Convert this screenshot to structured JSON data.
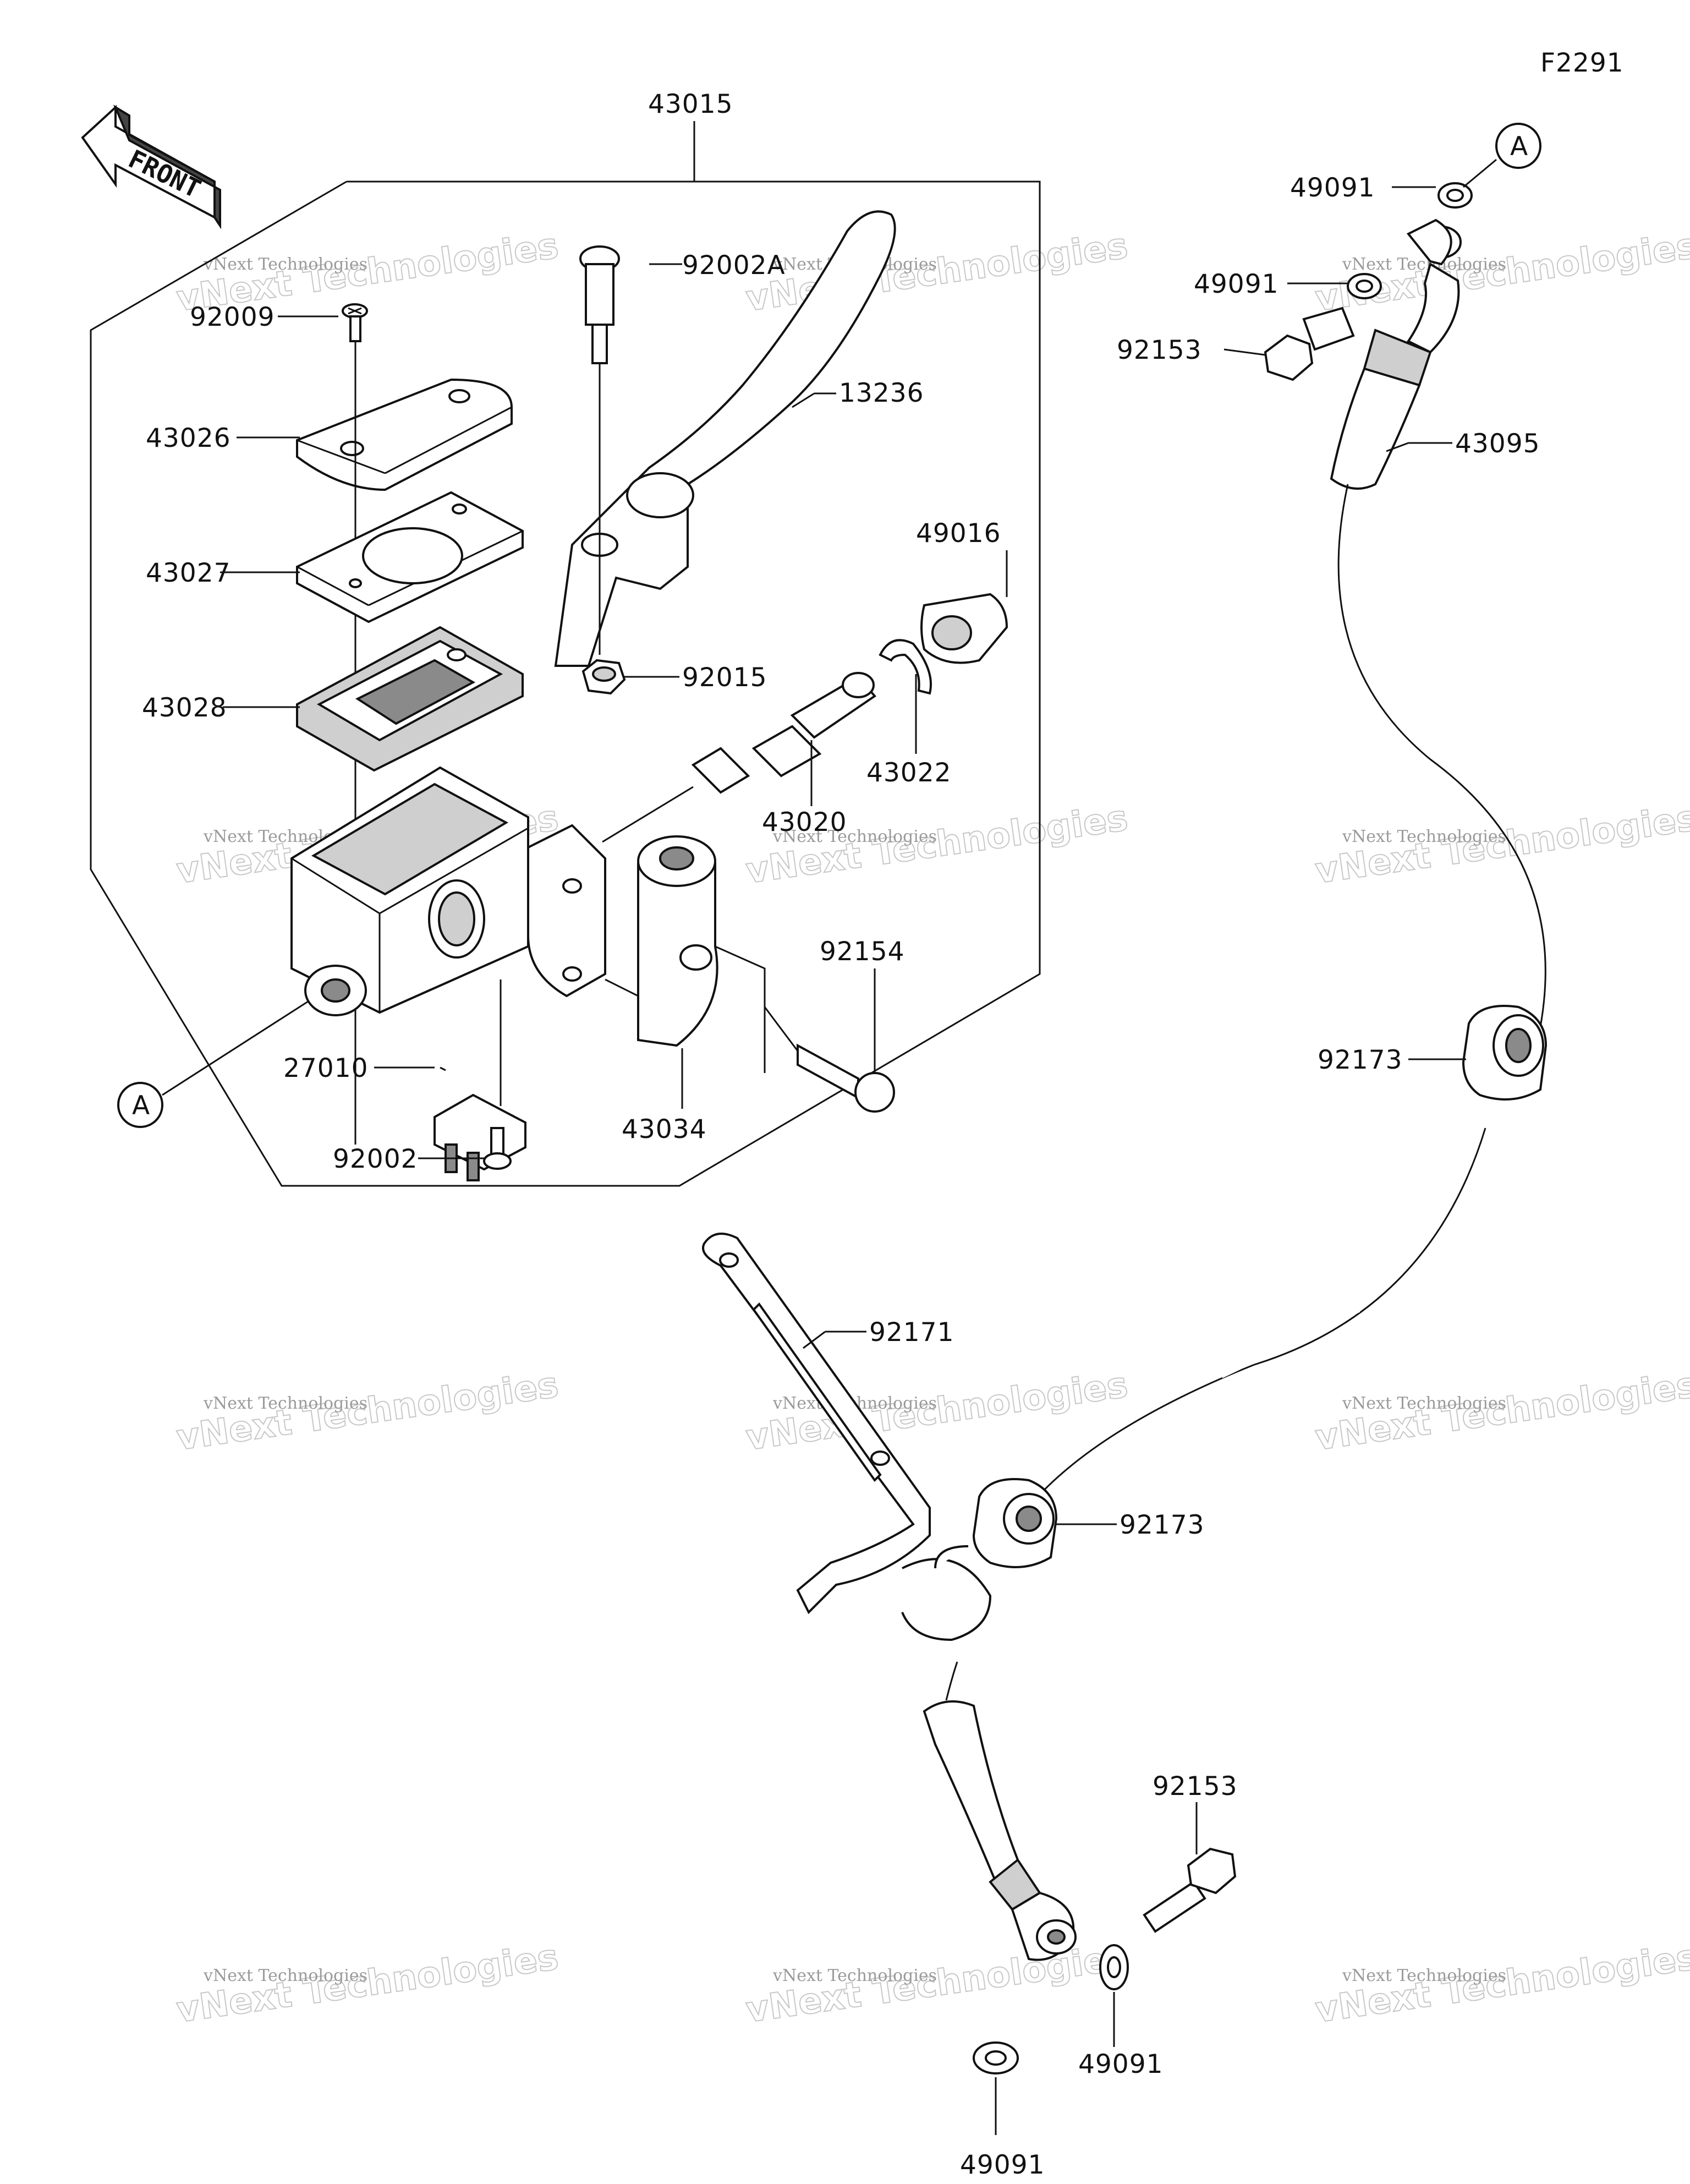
{
  "figure_code": "F2291",
  "front_label": "FRONT",
  "part_labels": {
    "p43015": "43015",
    "p92002A": "92002A",
    "p92009": "92009",
    "p13236": "13236",
    "p43026": "43026",
    "p43027": "43027",
    "p49016": "49016",
    "p43028": "43028",
    "p92015": "92015",
    "p43022": "43022",
    "p43020": "43020",
    "p92154": "92154",
    "p27010": "27010",
    "p43034": "43034",
    "p92002": "92002",
    "p49091_top1": "49091",
    "p49091_top2": "49091",
    "p92153_top": "92153",
    "p43095": "43095",
    "p92173_upper": "92173",
    "p92171": "92171",
    "p92173_lower": "92173",
    "p92153_bottom": "92153",
    "p49091_bottom_right": "49091",
    "p49091_bottom": "49091"
  },
  "reference_marks": {
    "top_right": "A",
    "left": "A"
  },
  "watermark": {
    "line1": "vNext Technologies",
    "line2": "vNext Technologies"
  }
}
